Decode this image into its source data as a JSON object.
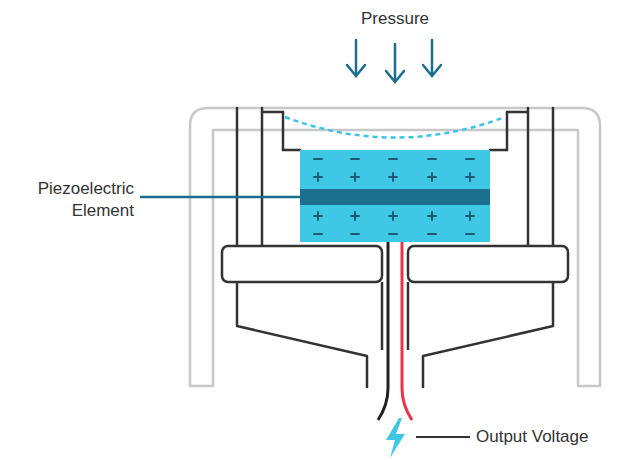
{
  "diagram": {
    "labels": [
      "Pressure",
      "Piezoelectric Element",
      "Output Voltage"
    ]
  }
}
